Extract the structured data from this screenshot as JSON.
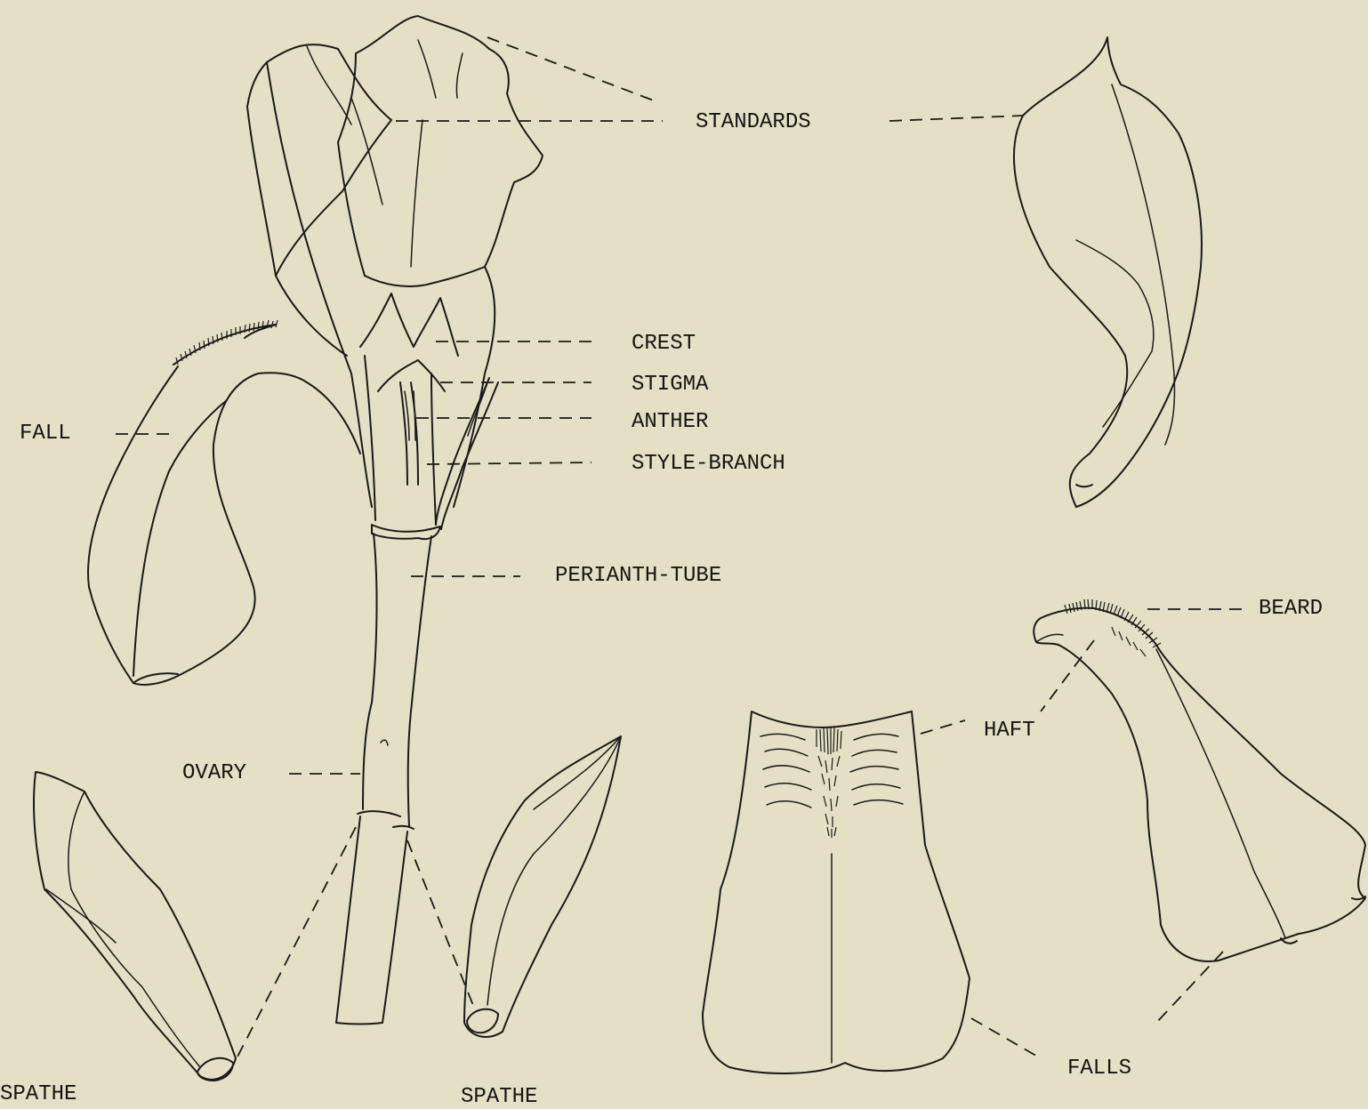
{
  "labels": {
    "standards": "STANDARDS",
    "crest": "CREST",
    "stigma": "STIGMA",
    "anther": "ANTHER",
    "style_branch": "STYLE-BRANCH",
    "fall": "FALL",
    "perianth_tube": "PERIANTH-TUBE",
    "beard": "BEARD",
    "haft": "HAFT",
    "ovary": "OVARY",
    "falls": "FALLS",
    "spathe_left": "SPATHE",
    "spathe_right": "SPATHE"
  },
  "colors": {
    "paper": "#e3e0c5",
    "ink": "#1a1a1a"
  }
}
